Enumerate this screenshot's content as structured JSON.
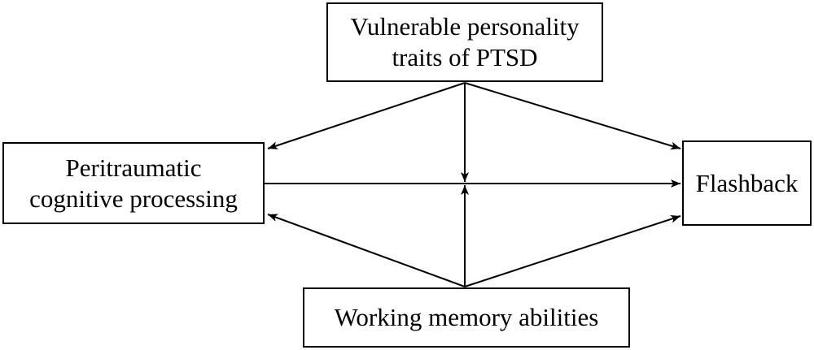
{
  "diagram": {
    "nodes": {
      "top": {
        "line1": "Vulnerable personality",
        "line2": "traits of PTSD"
      },
      "left": {
        "line1": "Peritraumatic",
        "line2": "cognitive processing"
      },
      "right": {
        "label": "Flashback"
      },
      "bottom": {
        "label": "Working memory abilities"
      }
    },
    "colors": {
      "stroke": "#000000",
      "background": "#ffffff",
      "text": "#000000"
    },
    "edges": [
      {
        "from": "left",
        "to": "right"
      },
      {
        "from": "top",
        "to": "left"
      },
      {
        "from": "top",
        "to": "right"
      },
      {
        "from": "top",
        "to": "center-junction"
      },
      {
        "from": "bottom",
        "to": "left"
      },
      {
        "from": "bottom",
        "to": "right"
      },
      {
        "from": "bottom",
        "to": "center-junction"
      }
    ]
  }
}
